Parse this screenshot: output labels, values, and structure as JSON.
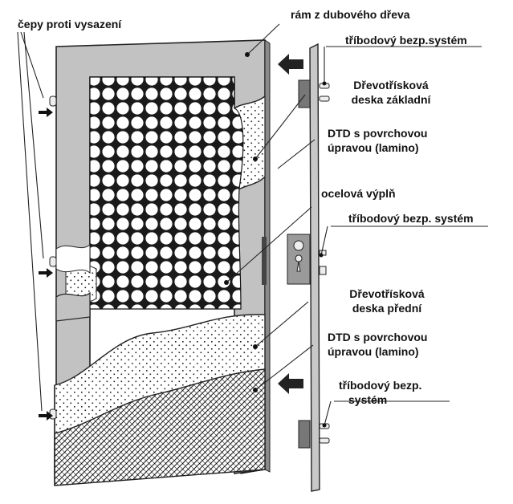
{
  "diagram": {
    "labels": {
      "cepy": "čepy proti vysazení",
      "ram": "rám z dubového dřeva",
      "system_top": "tříbodový bezp.systém",
      "dtd_zakladni_1": "Dřevotřísková",
      "dtd_zakladni_2": "deska základní",
      "lamino_1_a": "DTD s povrchovou",
      "lamino_1_b": "úpravou (lamino)",
      "ocel": "ocelová výplň",
      "system_mid": "tříbodový bezp. systém",
      "dtd_predni_1": "Dřevotřísková",
      "dtd_predni_2": "deska přední",
      "lamino_2_a": "DTD s povrchovou",
      "lamino_2_b": "úpravou (lamino)",
      "system_bot_1": "tříbodový bezp.",
      "system_bot_2": "systém"
    },
    "colors": {
      "frame": "#c2c2c2",
      "frame_dark": "#8a8a8a",
      "ink": "#111111",
      "lattice": "#1a1a1a",
      "paper": "#ffffff"
    }
  }
}
